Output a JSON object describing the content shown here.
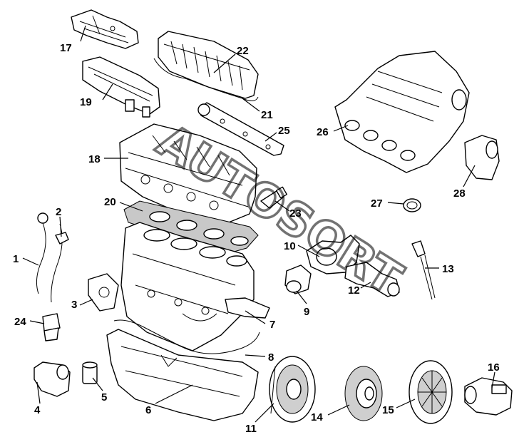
{
  "diagram": {
    "watermark_text": "AUTOSORT",
    "callouts": [
      {
        "id": "1",
        "text": "1"
      },
      {
        "id": "2",
        "text": "2"
      },
      {
        "id": "3",
        "text": "3"
      },
      {
        "id": "4",
        "text": "4"
      },
      {
        "id": "5",
        "text": "5"
      },
      {
        "id": "6",
        "text": "6"
      },
      {
        "id": "7",
        "text": "7"
      },
      {
        "id": "8",
        "text": "8"
      },
      {
        "id": "9",
        "text": "9"
      },
      {
        "id": "10",
        "text": "10"
      },
      {
        "id": "11",
        "text": "11"
      },
      {
        "id": "12",
        "text": "12"
      },
      {
        "id": "13",
        "text": "13"
      },
      {
        "id": "14",
        "text": "14"
      },
      {
        "id": "15",
        "text": "15"
      },
      {
        "id": "16",
        "text": "16"
      },
      {
        "id": "17",
        "text": "17"
      },
      {
        "id": "18",
        "text": "18"
      },
      {
        "id": "19",
        "text": "19"
      },
      {
        "id": "20",
        "text": "20"
      },
      {
        "id": "21",
        "text": "21"
      },
      {
        "id": "22",
        "text": "22"
      },
      {
        "id": "23",
        "text": "23"
      },
      {
        "id": "24",
        "text": "24"
      },
      {
        "id": "25",
        "text": "25"
      },
      {
        "id": "26",
        "text": "26"
      },
      {
        "id": "27",
        "text": "27"
      },
      {
        "id": "28",
        "text": "28"
      }
    ]
  }
}
